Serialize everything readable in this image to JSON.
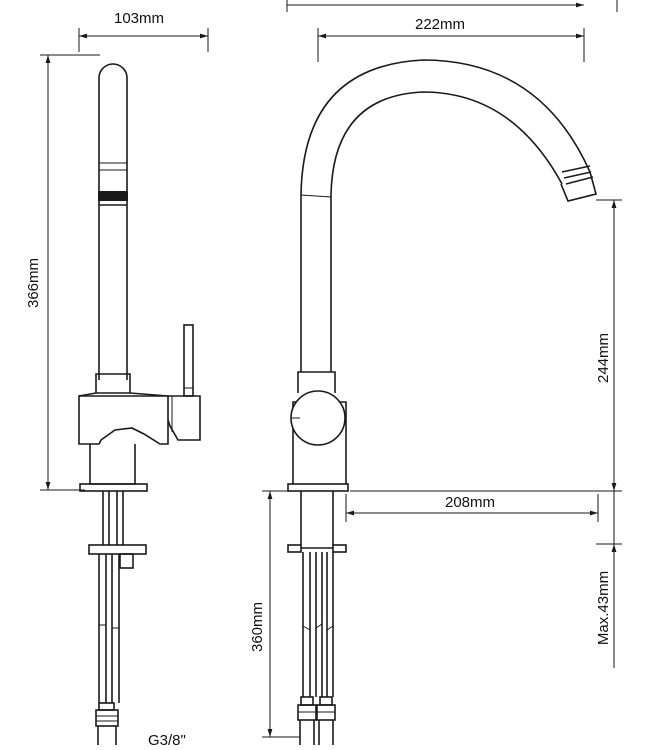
{
  "dimensions": {
    "side_width": "103mm",
    "side_height": "366mm",
    "overall_width": "222mm",
    "spout_reach": "208mm",
    "spout_height": "244mm",
    "max_deck": "Max.43mm",
    "hose_length": "360mm",
    "thread": "G3/8\""
  }
}
